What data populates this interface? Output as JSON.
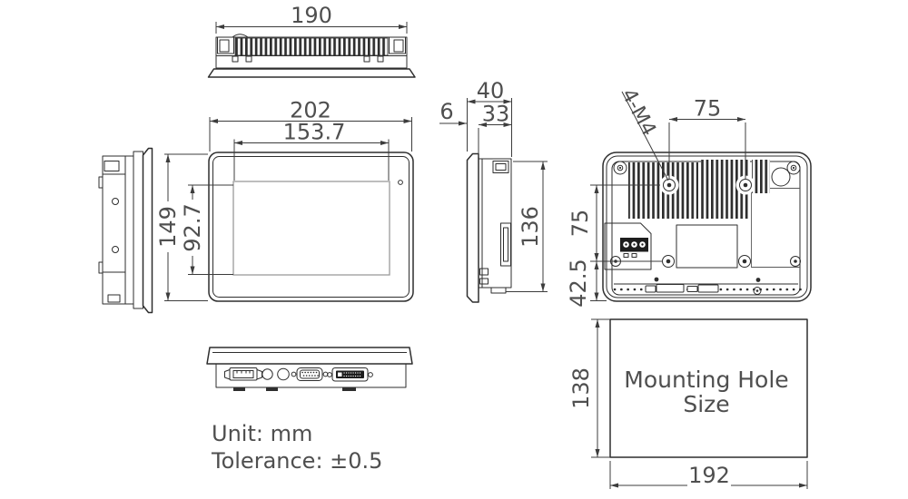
{
  "notes": {
    "unit": "Unit: mm",
    "tolerance": "Tolerance: ±0.5"
  },
  "views": {
    "top": {
      "dims": {
        "width": "190"
      }
    },
    "front": {
      "dims": {
        "outer_width": "202",
        "display_width": "153.7",
        "outer_height": "149",
        "display_height": "92.7"
      }
    },
    "side": {
      "dims": {
        "total_depth": "40",
        "front_bezel_depth": "6",
        "body_depth": "33",
        "body_height": "136"
      }
    },
    "rear": {
      "dims": {
        "mount_hole_label": "4-M4",
        "hole_spacing_horizontal": "75",
        "hole_spacing_vertical": "75",
        "hole_offset_bottom": "42.5"
      }
    },
    "mounting_hole": {
      "label_line1": "Mounting Hole",
      "label_line2": "Size",
      "dims": {
        "height": "138",
        "width": "192"
      }
    }
  },
  "colors": {
    "outline": "#2e2e2e",
    "dimension": "#3c3c3c",
    "text": "#4f4f4f",
    "display_outline": "#9a9a9a",
    "background": "#ffffff"
  }
}
